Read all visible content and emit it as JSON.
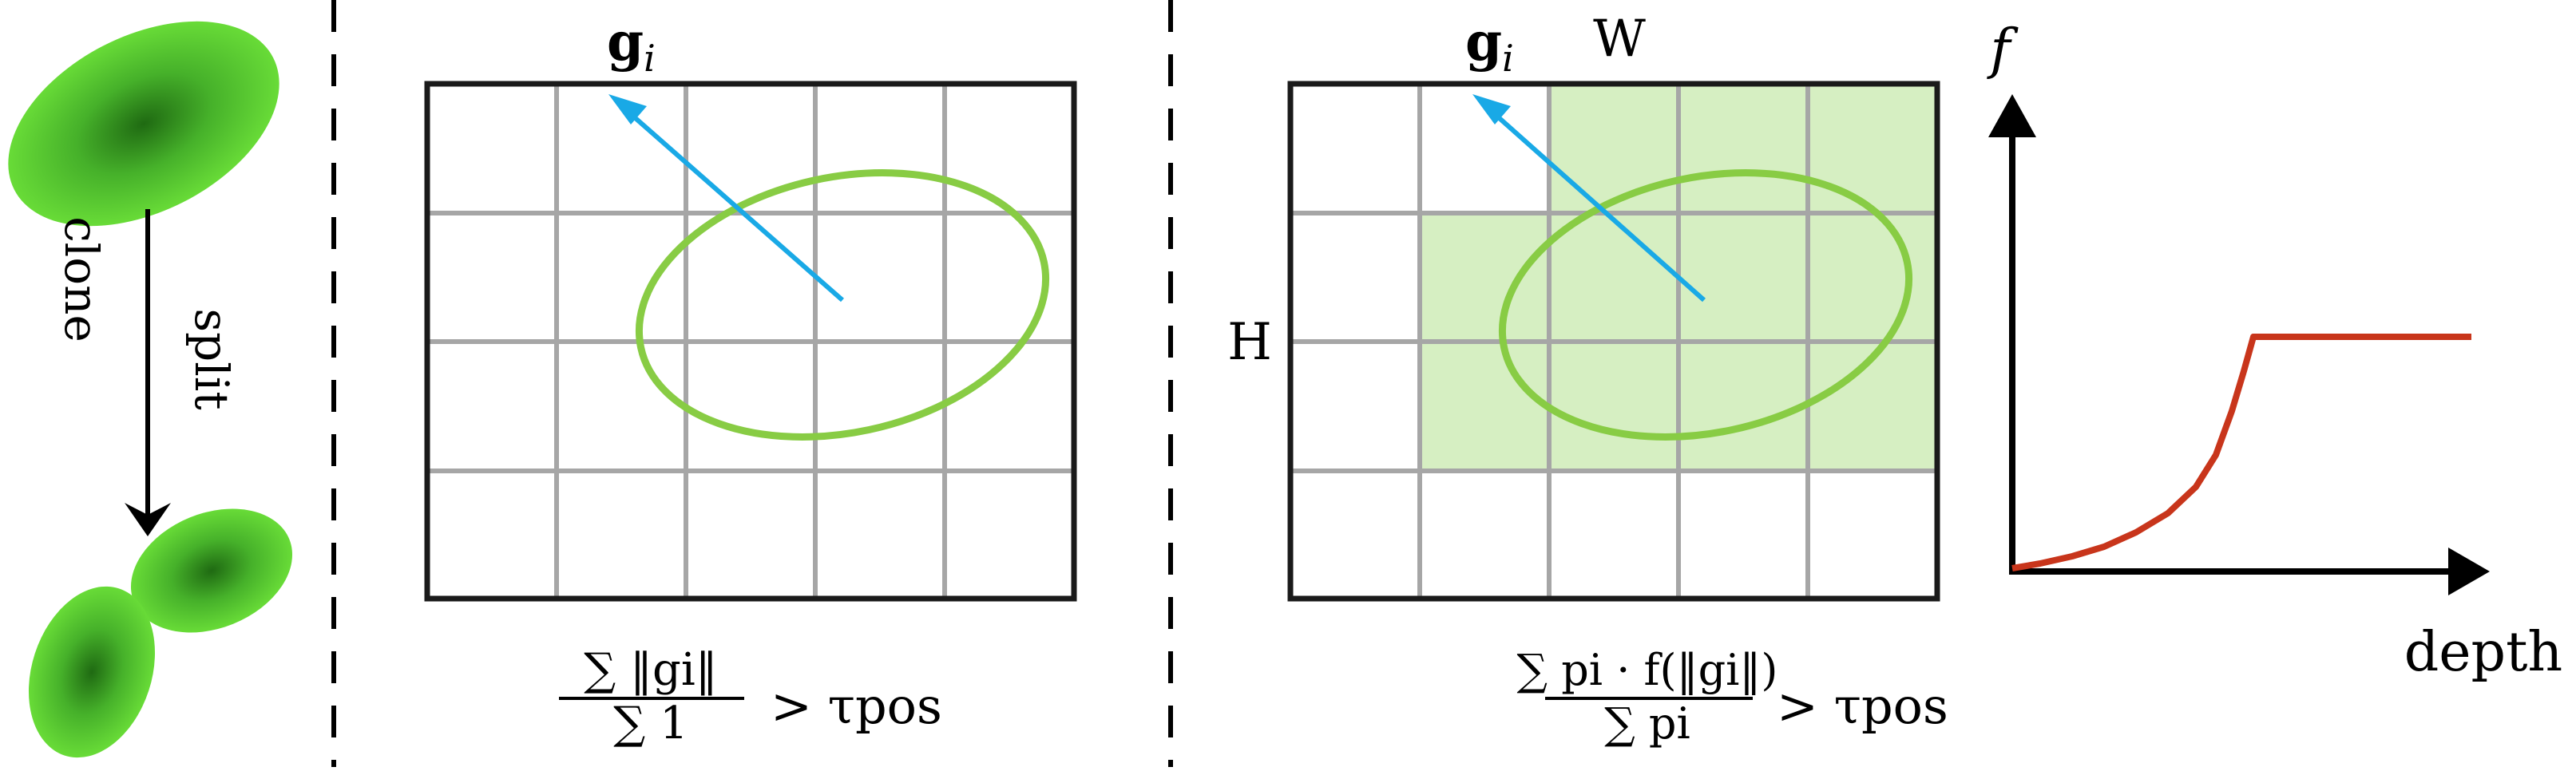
{
  "left_panel": {
    "split_label": "split",
    "clone_label": "clone",
    "ellipse_color": "#66dd33",
    "ellipse_dark": "#1f6a12"
  },
  "middle_panel": {
    "grid_cols": 5,
    "grid_rows": 4,
    "gradient_label": "g",
    "gradient_subscript": "i",
    "formula_numerator": "∑ ‖gi‖",
    "formula_denominator": "∑ 1",
    "formula_relation": "> τpos",
    "ellipse_color": "#88cc44",
    "arrow_color": "#19a9e6",
    "grid_color": "#a6a6a6"
  },
  "right_panel": {
    "grid_cols": 5,
    "grid_rows": 4,
    "gradient_label": "g",
    "gradient_subscript": "i",
    "width_label": "W",
    "height_label": "H",
    "highlight_color": "#d6efc2",
    "highlight_cells_row0": [
      2,
      3,
      4
    ],
    "highlight_cells_row1": [
      1,
      2,
      3,
      4
    ],
    "highlight_cells_row2": [
      1,
      2,
      3,
      4
    ],
    "formula_numerator": "∑ pi · f(‖gi‖)",
    "formula_denominator": "∑ pi",
    "formula_relation": "> τpos"
  },
  "plot": {
    "y_label": "f",
    "x_label": "depth",
    "curve_color": "#c8351b"
  }
}
